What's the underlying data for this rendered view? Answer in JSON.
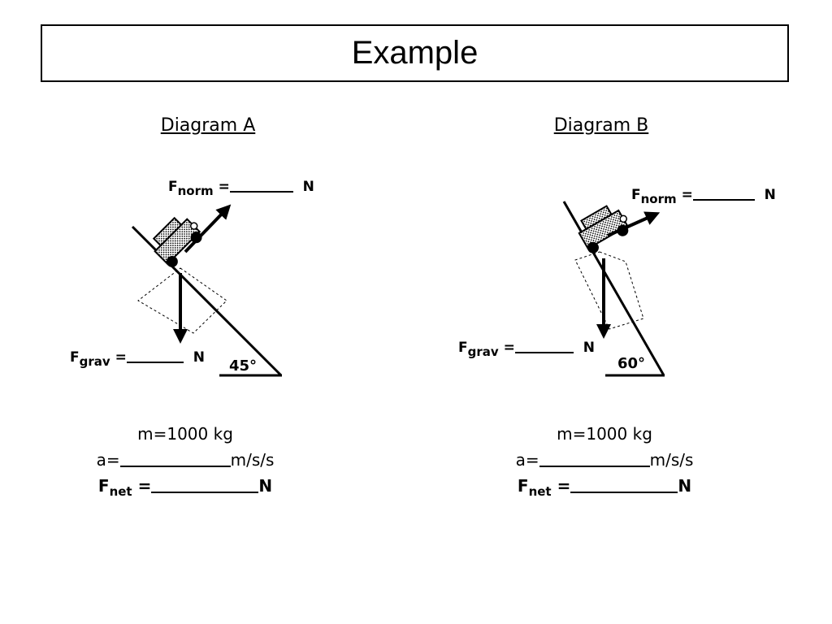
{
  "title": "Example",
  "diagram_a": {
    "heading": "Diagram A",
    "fnorm_main": "F",
    "fnorm_sub": "norm",
    "fnorm_eq": "=",
    "fnorm_unit": "N",
    "fgrav_main": "F",
    "fgrav_sub": "grav",
    "fgrav_eq": "=",
    "fgrav_unit": "N",
    "angle": "45°",
    "mass": "m=1000 kg",
    "accel_prefix": "a=",
    "accel_unit": "m/s/s",
    "fnet_main": "F",
    "fnet_sub": "net",
    "fnet_eq": "=",
    "fnet_unit": "N"
  },
  "diagram_b": {
    "heading": "Diagram B",
    "fnorm_main": "F",
    "fnorm_sub": "norm",
    "fnorm_eq": "=",
    "fnorm_unit": "N",
    "fgrav_main": "F",
    "fgrav_sub": "grav",
    "fgrav_eq": "=",
    "fgrav_unit": "N",
    "angle": "60°",
    "mass": "m=1000 kg",
    "accel_prefix": "a=",
    "accel_unit": "m/s/s",
    "fnet_main": "F",
    "fnet_sub": "net",
    "fnet_eq": "=",
    "fnet_unit": "N"
  }
}
